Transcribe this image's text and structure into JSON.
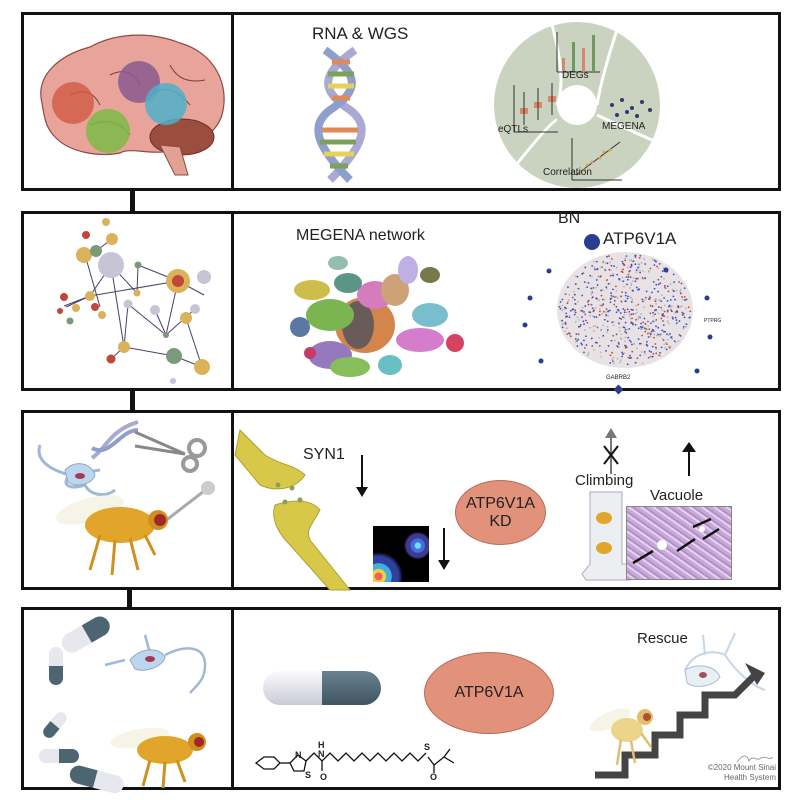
{
  "colors": {
    "border": "#111111",
    "brain": "#e8a49a",
    "region_red": "#cf5a45",
    "region_purple": "#8a5a8f",
    "region_blue": "#4fb0c8",
    "region_green": "#7dbb45",
    "disc": "#c9d3c0",
    "atp_ellipse": "#e2917b",
    "bn_node": "#2a3c8f",
    "fly": "#e0a52a",
    "neuron": "#bcd6ee",
    "capsule_dark": "#4d6570",
    "capsule_light": "#e6e8ee"
  },
  "row1": {
    "left_icon": "brain-regions-icon",
    "title": "RNA & WGS",
    "dna_icon": "dna-helix-icon",
    "disc_sections": [
      "DEGs",
      "eQTLs",
      "MEGENA",
      "Correlation"
    ]
  },
  "row2": {
    "left_icon": "network-graph-icon",
    "megena_title": "MEGENA network",
    "bn_title": "BN",
    "key_node": "ATP6V1A",
    "bn_labels": [
      "GABRB2",
      "PTPRG"
    ]
  },
  "row3": {
    "left_icons": [
      "neuron-icon",
      "dna-icon",
      "scissors-icon",
      "fly-icon"
    ],
    "syn_label": "SYN1",
    "kd_label_line1": "ATP6V1A",
    "kd_label_line2": "KD",
    "climbing_label": "Climbing",
    "vacuole_label": "Vacuole"
  },
  "row4": {
    "left_icons": [
      "capsules-icon",
      "neuron-icon",
      "fly-icon"
    ],
    "target_label": "ATP6V1A",
    "rescue_label": "Rescue",
    "compound_atoms": [
      "N",
      "H",
      "N",
      "S",
      "O",
      "S",
      "O"
    ],
    "copyright_line1": "©2020 Mount Sinai",
    "copyright_line2": "Health System"
  }
}
